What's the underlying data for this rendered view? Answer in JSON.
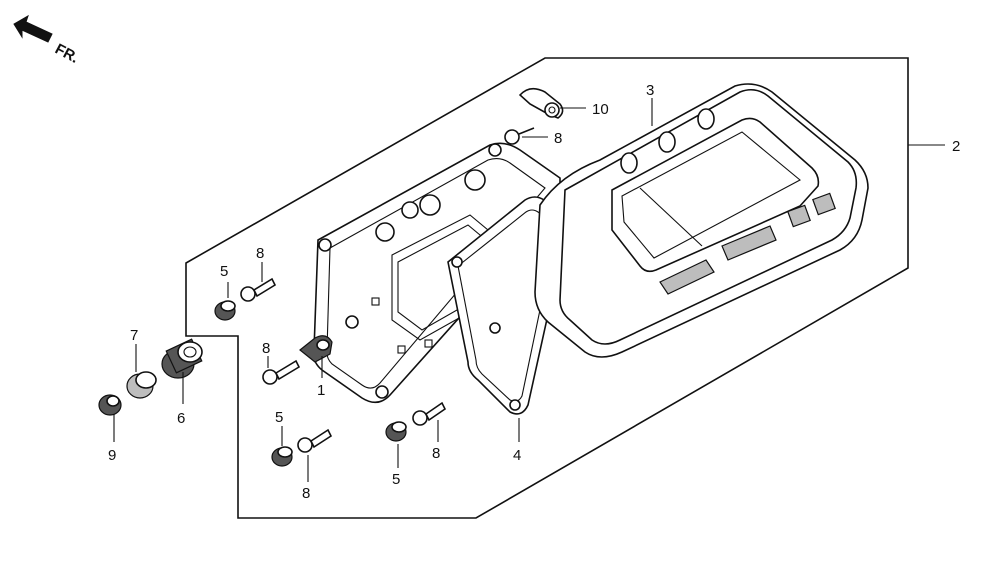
{
  "direction_label": "FR.",
  "callouts": [
    {
      "id": "c1",
      "label": "1"
    },
    {
      "id": "c2",
      "label": "2"
    },
    {
      "id": "c3",
      "label": "3"
    },
    {
      "id": "c4",
      "label": "4"
    },
    {
      "id": "c5a",
      "label": "5"
    },
    {
      "id": "c5b",
      "label": "5"
    },
    {
      "id": "c5c",
      "label": "5"
    },
    {
      "id": "c6",
      "label": "6"
    },
    {
      "id": "c7",
      "label": "7"
    },
    {
      "id": "c8a",
      "label": "8"
    },
    {
      "id": "c8b",
      "label": "8"
    },
    {
      "id": "c8c",
      "label": "8"
    },
    {
      "id": "c8d",
      "label": "8"
    },
    {
      "id": "c8e",
      "label": "8"
    },
    {
      "id": "c9",
      "label": "9"
    },
    {
      "id": "c10",
      "label": "10"
    }
  ]
}
